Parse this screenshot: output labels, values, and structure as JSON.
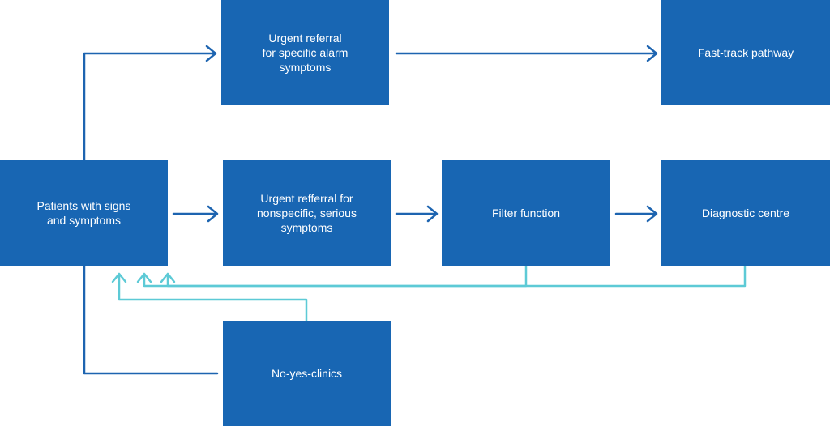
{
  "colors": {
    "box": "#1866b3",
    "box_text": "#ffffff",
    "arrow_primary": "#1d64b0",
    "arrow_feedback": "#5dcad6"
  },
  "nodes": {
    "patients": {
      "label": "Patients with signs\nand symptoms"
    },
    "urgent_alarm": {
      "label": "Urgent referral\nfor specific alarm\nsymptoms"
    },
    "fast_track": {
      "label": "Fast-track pathway"
    },
    "urgent_nonspecific": {
      "label": "Urgent refferral for\nnonspecific, serious\nsymptoms"
    },
    "filter": {
      "label": "Filter function"
    },
    "diagnostic": {
      "label": "Diagnostic centre"
    },
    "no_yes": {
      "label": "No-yes-clinics"
    }
  },
  "edges": [
    {
      "from": "patients",
      "to": "urgent_alarm",
      "style": "primary"
    },
    {
      "from": "urgent_alarm",
      "to": "fast_track",
      "style": "primary"
    },
    {
      "from": "patients",
      "to": "urgent_nonspecific",
      "style": "primary"
    },
    {
      "from": "urgent_nonspecific",
      "to": "filter",
      "style": "primary"
    },
    {
      "from": "filter",
      "to": "diagnostic",
      "style": "primary"
    },
    {
      "from": "patients",
      "to": "no_yes",
      "style": "primary",
      "arrowhead": false
    },
    {
      "from": "no_yes",
      "to": "patients",
      "style": "feedback"
    },
    {
      "from": "filter",
      "to": "patients",
      "style": "feedback"
    },
    {
      "from": "diagnostic",
      "to": "patients",
      "style": "feedback"
    }
  ]
}
